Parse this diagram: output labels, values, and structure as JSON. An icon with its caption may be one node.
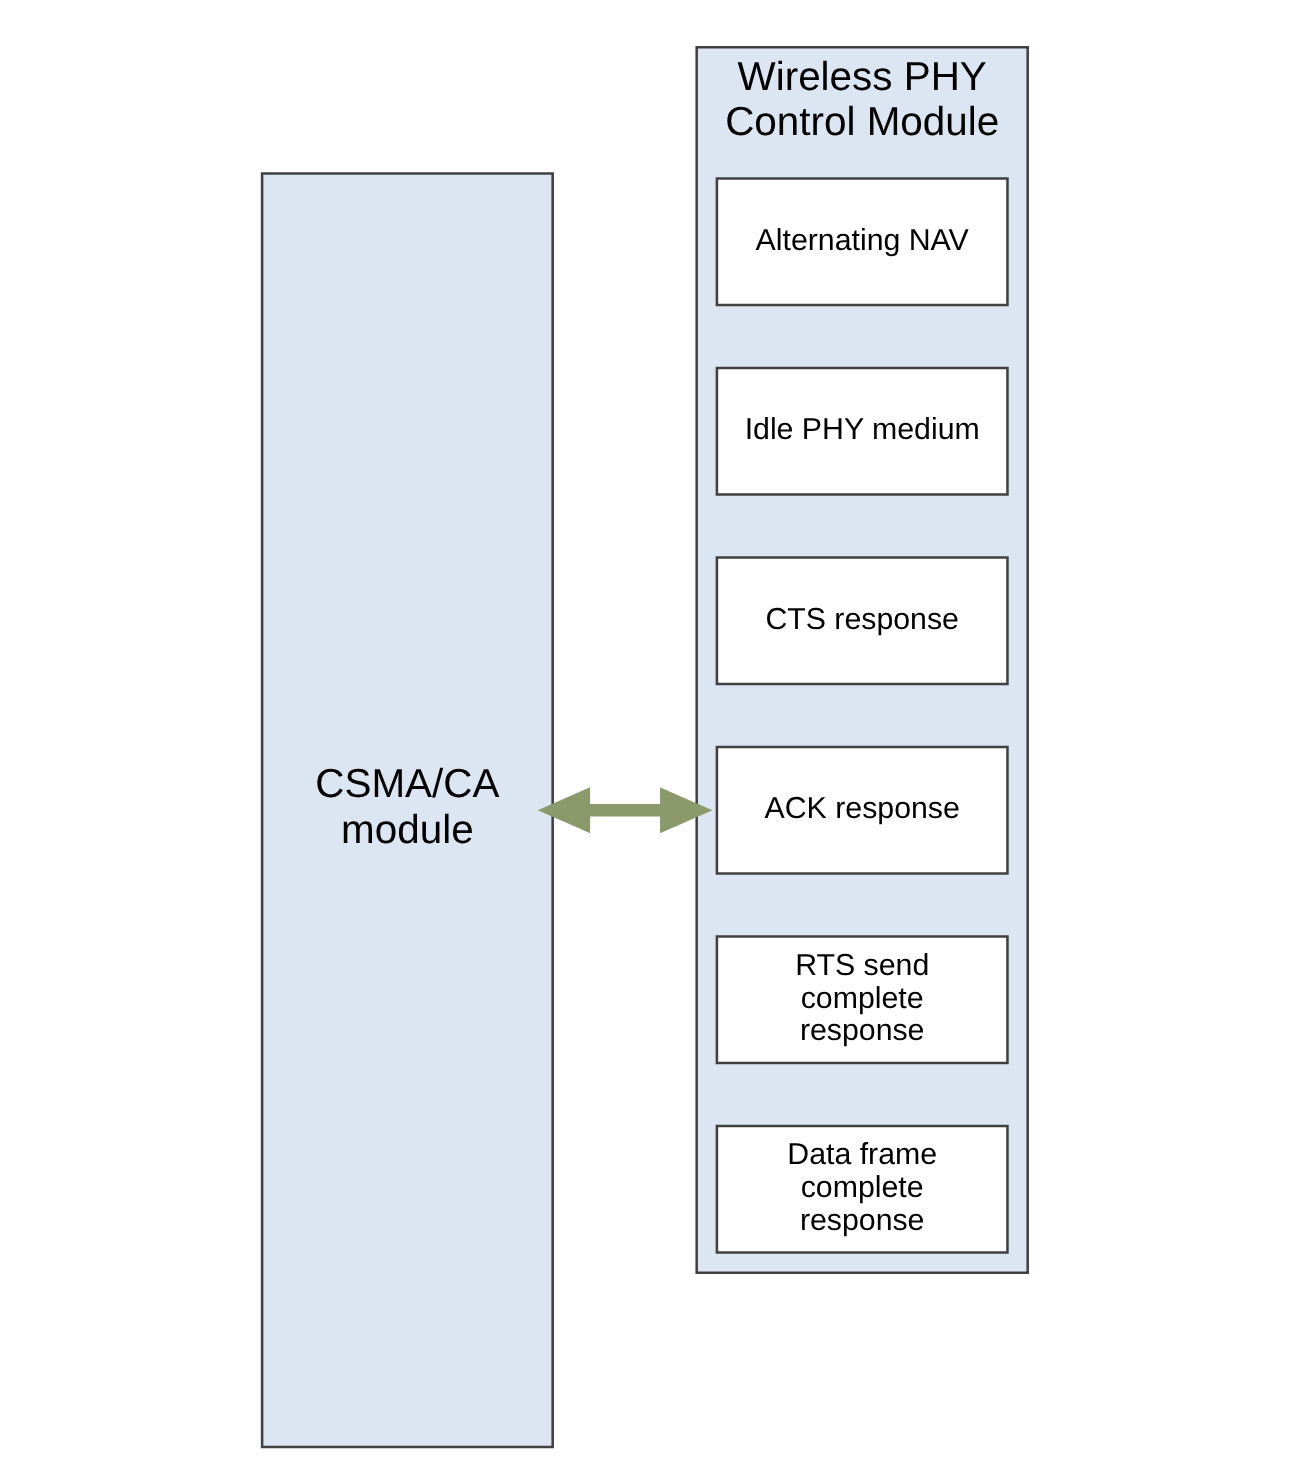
{
  "diagram": {
    "nodes": [
      {
        "text": [
          "CSMA/CA module"
        ]
      },
      {
        "text": [
          "Wireless PHY Control Module"
        ]
      },
      {
        "text": [
          "Alternating NAV"
        ],
        "in": 1
      },
      {
        "text": [
          "Idle PHY medium"
        ],
        "in": 1
      },
      {
        "text": [
          "CTS response"
        ],
        "in": 1
      },
      {
        "text": [
          "ACK response"
        ],
        "in": 1
      },
      {
        "text": [
          "RTS send complete response"
        ],
        "in": 1
      },
      {
        "text": [
          "Data frame complete response"
        ],
        "in": 1
      }
    ],
    "edges": [
      {
        "from": 0,
        "to": 1,
        "arrow": "both"
      }
    ]
  }
}
